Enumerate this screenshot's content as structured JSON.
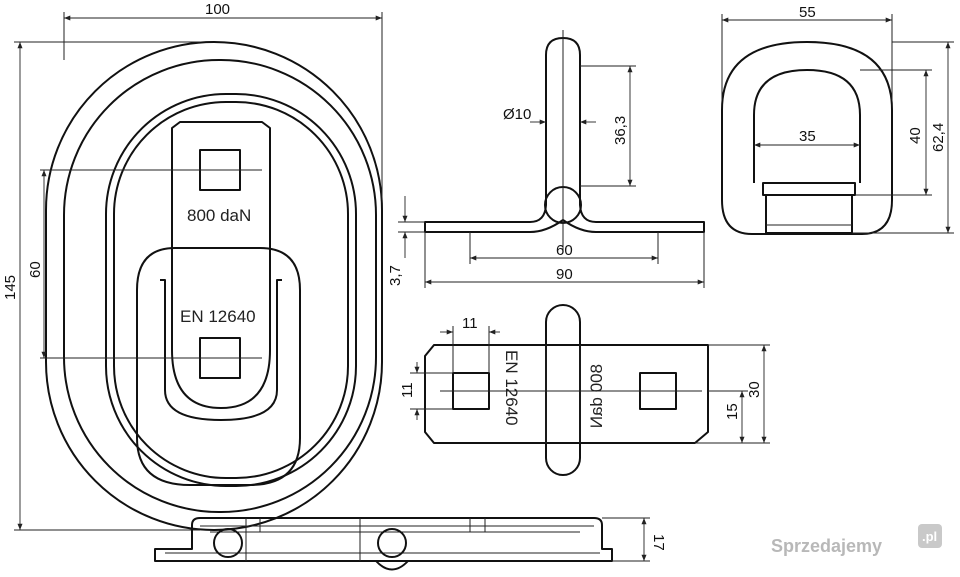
{
  "dimensions": {
    "top_width": "100",
    "side_height": "145",
    "slot_spacing": "60",
    "base_thickness": "3,7",
    "ring_diameter": "Ø10",
    "ring_height": "36,3",
    "side_inner": "60",
    "side_total": "90",
    "dring_width": "55",
    "dring_inner": "35",
    "dring_h40": "40",
    "dring_h62": "62,4",
    "plate_square_w": "11",
    "plate_square_h": "11",
    "plate_half": "15",
    "plate_width": "30",
    "bottom_height": "17"
  },
  "labels": {
    "load_rating": "800 daN",
    "standard": "EN 12640"
  },
  "watermark": {
    "brand": "Sprzedajemy",
    "domain_suffix": ".pl"
  }
}
